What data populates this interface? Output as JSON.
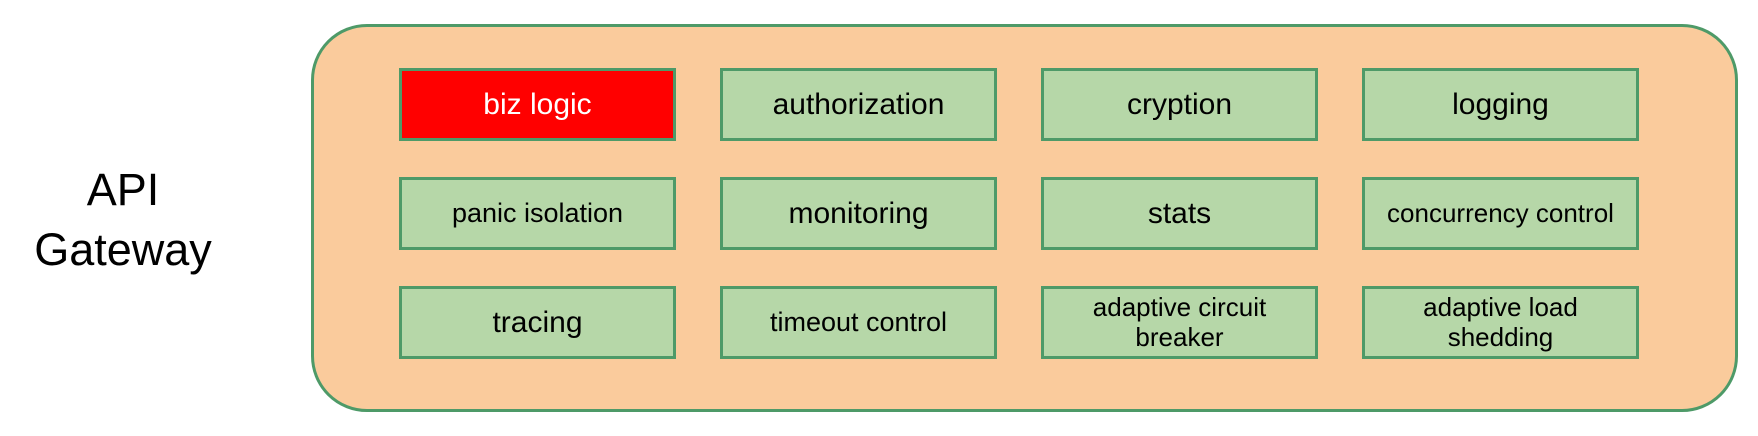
{
  "gateway": {
    "label": "API\nGateway"
  },
  "boxes": [
    {
      "label": "biz logic",
      "highlighted": true
    },
    {
      "label": "authorization",
      "highlighted": false
    },
    {
      "label": "cryption",
      "highlighted": false
    },
    {
      "label": "logging",
      "highlighted": false
    },
    {
      "label": "panic isolation",
      "highlighted": false
    },
    {
      "label": "monitoring",
      "highlighted": false
    },
    {
      "label": "stats",
      "highlighted": false
    },
    {
      "label": "concurrency control",
      "highlighted": false
    },
    {
      "label": "tracing",
      "highlighted": false
    },
    {
      "label": "timeout control",
      "highlighted": false
    },
    {
      "label": "adaptive circuit breaker",
      "highlighted": false
    },
    {
      "label": "adaptive load shedding",
      "highlighted": false
    }
  ],
  "colors": {
    "container_fill": "#FACB9C",
    "container_border": "#4E9A68",
    "box_fill": "#B6D7A8",
    "box_border": "#4E9A68",
    "highlight_fill": "#FF0000",
    "highlight_text": "#FFFFFF",
    "text": "#000000"
  }
}
